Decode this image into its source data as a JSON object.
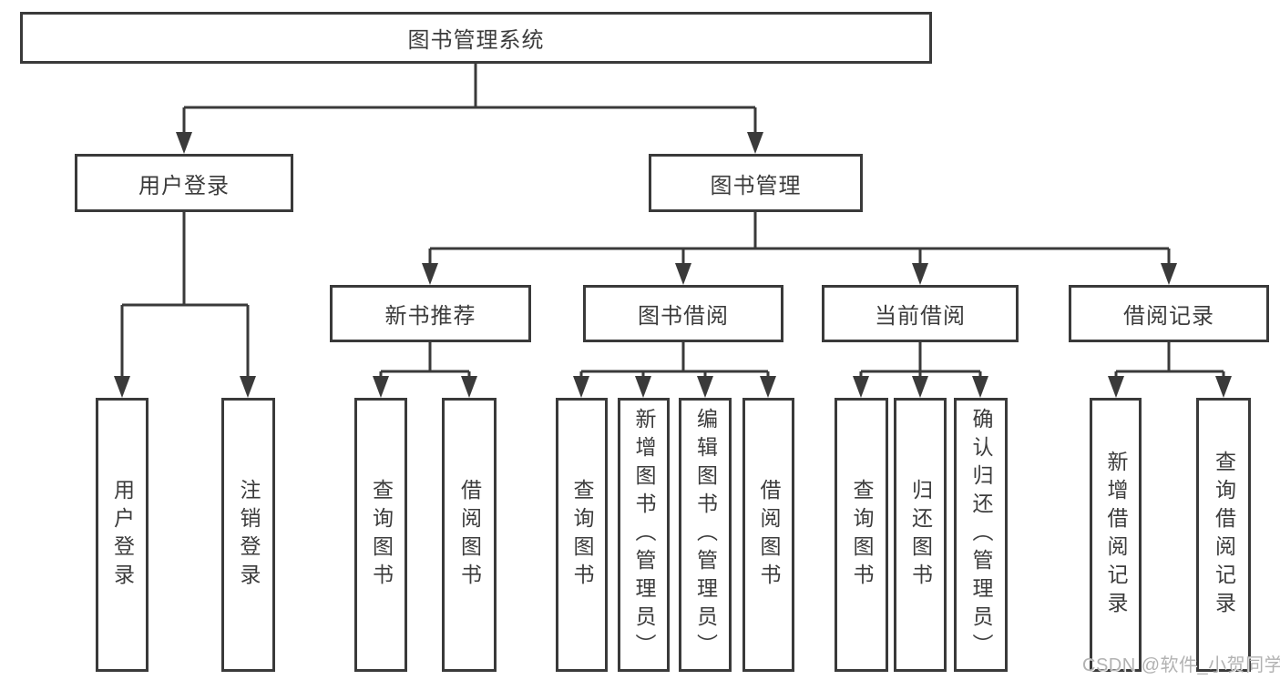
{
  "nodes": {
    "root": "图书管理系统",
    "user_login": "用户登录",
    "book_mgmt": "图书管理",
    "new_book": "新书推荐",
    "borrow": "图书借阅",
    "current": "当前借阅",
    "records": "借阅记录"
  },
  "leaves": {
    "user_login": [
      "用户登录",
      "注销登录"
    ],
    "new_book": [
      "查询图书",
      "借阅图书"
    ],
    "borrow": [
      "查询图书",
      "新增图书（管理员）",
      "编辑图书（管理员）",
      "借阅图书"
    ],
    "current": [
      "查询图书",
      "归还图书",
      "确认归还（管理员）"
    ],
    "records": [
      "新增借阅记录",
      "查询借阅记录"
    ]
  },
  "watermark": {
    "text": "CSDN @软件_小贺同学"
  },
  "colors": {
    "line": "#3a3a3a",
    "box_border": "#3a3a3a",
    "box_background": "#ffffff",
    "text": "#3c3c3c",
    "watermark": "#b2b2b2",
    "page_background": "#ffffff"
  }
}
